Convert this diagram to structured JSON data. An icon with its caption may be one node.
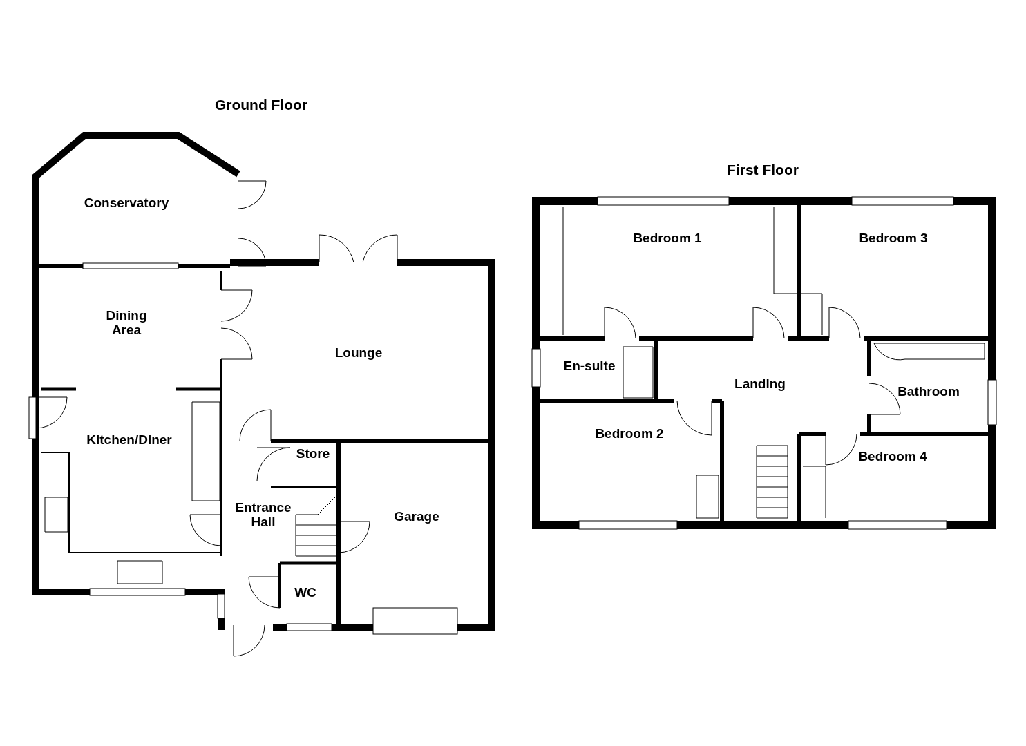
{
  "diagram": {
    "nodes": [
      {
        "text": [
          "Ground Floor"
        ]
      },
      {
        "text": [
          "Conservatory"
        ],
        "in": 0
      },
      {
        "text": [
          "Dining Area"
        ],
        "in": 0
      },
      {
        "text": [
          "Lounge"
        ],
        "in": 0
      },
      {
        "text": [
          "Kitchen/Diner"
        ],
        "in": 0
      },
      {
        "text": [
          "Store"
        ],
        "in": 0
      },
      {
        "text": [
          "Entrance Hall"
        ],
        "in": 0
      },
      {
        "text": [
          "Garage"
        ],
        "in": 0
      },
      {
        "text": [
          "WC"
        ],
        "in": 0
      },
      {
        "text": [
          "First Floor"
        ]
      },
      {
        "text": [
          "Bedroom 1"
        ],
        "in": 9
      },
      {
        "text": [
          "Bedroom 3"
        ],
        "in": 9
      },
      {
        "text": [
          "En-suite"
        ],
        "in": 9
      },
      {
        "text": [
          "Landing"
        ],
        "in": 9
      },
      {
        "text": [
          "Bathroom"
        ],
        "in": 9
      },
      {
        "text": [
          "Bedroom 2"
        ],
        "in": 9
      },
      {
        "text": [
          "Bedroom 4"
        ],
        "in": 9
      }
    ]
  }
}
